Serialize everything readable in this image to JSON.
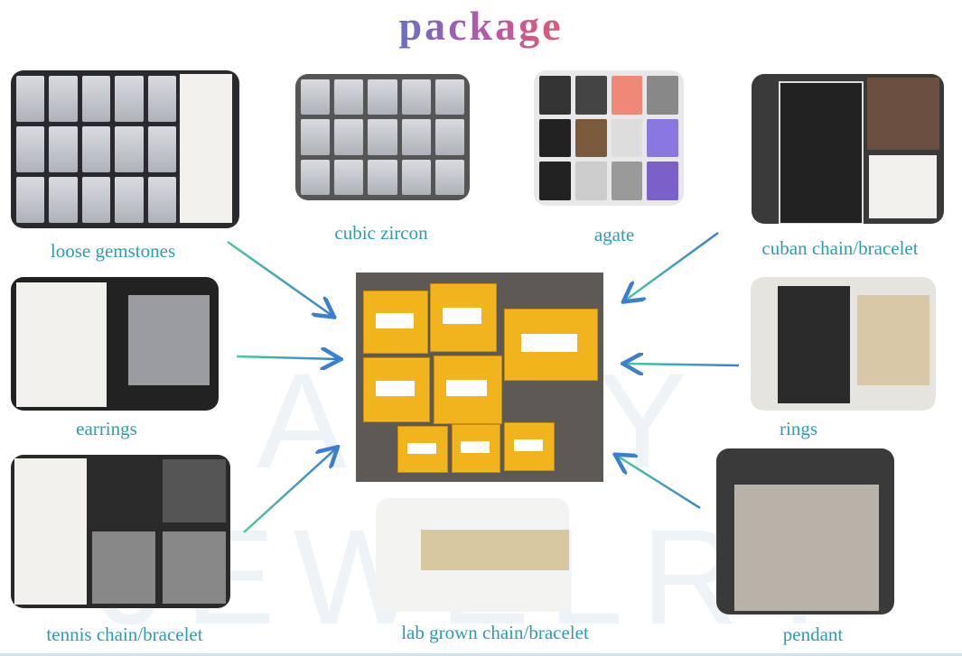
{
  "title": "package",
  "watermark": "ANCY JEWELRY",
  "categories": {
    "loose_gemstones": "loose gemstones",
    "cubic_zircon": "cubic zircon",
    "agate": "agate",
    "cuban": "cuban chain/bracelet",
    "earrings": "earrings",
    "rings": "rings",
    "tennis": "tennis chain/bracelet",
    "lab_grown": "lab grown chain/bracelet",
    "pendant": "pendant"
  },
  "colors": {
    "label": "#2b9cb4",
    "arrow_start": "#4cc8a0",
    "arrow_end": "#3a7fd0"
  }
}
